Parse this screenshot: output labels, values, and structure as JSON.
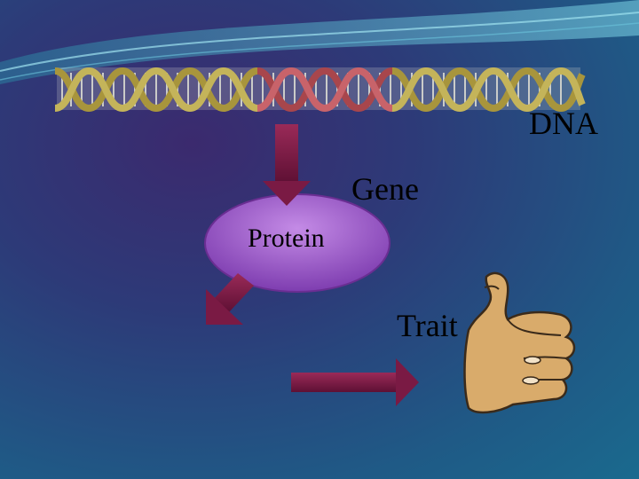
{
  "labels": {
    "dna": "DNA",
    "gene": "Gene",
    "protein": "Protein",
    "trait": "Trait"
  },
  "colors": {
    "background_dark": "#2d3a78",
    "background_light": "#1a6a8e",
    "dna_strand": "#b7a24a",
    "gene_segment": "#b8545a",
    "protein_ellipse": "#9b5cc7",
    "arrow": "#7a1a44",
    "hand": "#d6a86a"
  },
  "icons": {
    "dna": "dna-helix-icon",
    "hand": "thumbs-up-icon"
  }
}
